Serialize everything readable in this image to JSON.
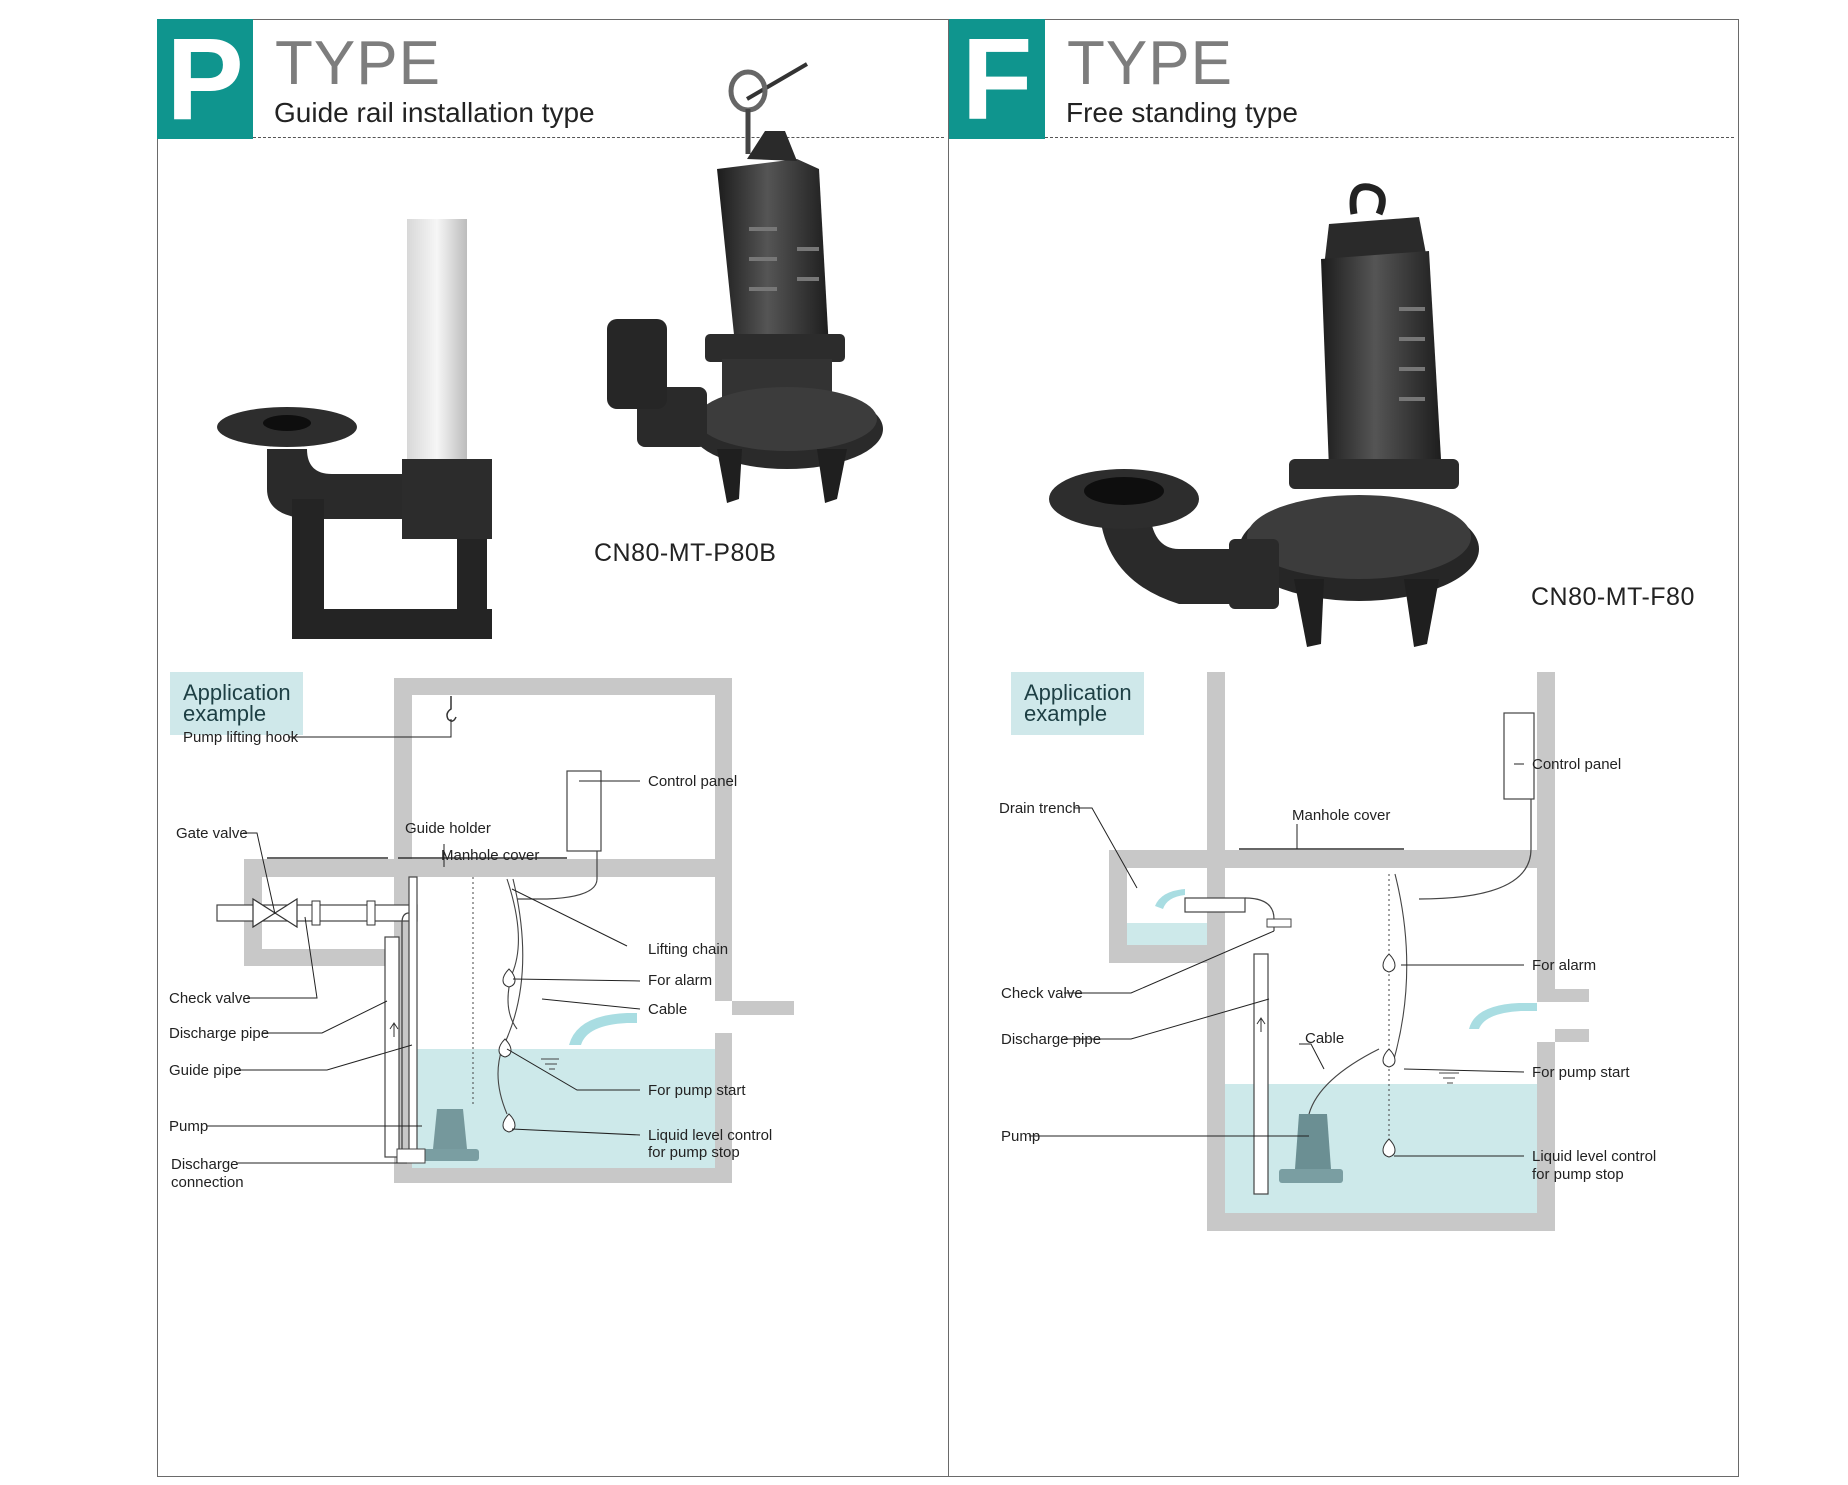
{
  "p_panel": {
    "badge_letter": "P",
    "type_word": "TYPE",
    "subtitle": "Guide rail installation type",
    "model": "CN80-MT-P80B",
    "app_title_1": "Application",
    "app_title_2": "example",
    "labels": {
      "pump_lifting_hook": "Pump lifting hook",
      "control_panel": "Control panel",
      "gate_valve": "Gate valve",
      "guide_holder": "Guide holder",
      "manhole_cover": "Manhole cover",
      "lifting_chain": "Lifting chain",
      "for_alarm": "For alarm",
      "check_valve": "Check valve",
      "cable": "Cable",
      "discharge_pipe": "Discharge pipe",
      "guide_pipe": "Guide pipe",
      "for_pump_start": "For pump start",
      "pump": "Pump",
      "llc_line1": "Liquid level control",
      "llc_line2": "for pump stop",
      "discharge_conn_1": "Discharge",
      "discharge_conn_2": "connection"
    }
  },
  "f_panel": {
    "badge_letter": "F",
    "type_word": "TYPE",
    "subtitle": "Free standing type",
    "model": "CN80-MT-F80",
    "app_title_1": "Application",
    "app_title_2": "example",
    "labels": {
      "control_panel": "Control panel",
      "drain_trench": "Drain trench",
      "manhole_cover": "Manhole cover",
      "for_alarm": "For alarm",
      "check_valve": "Check valve",
      "discharge_pipe": "Discharge pipe",
      "cable": "Cable",
      "for_pump_start": "For pump start",
      "pump": "Pump",
      "llc_line1": "Liquid level control",
      "llc_line2": "for pump stop"
    }
  },
  "colors": {
    "accent": "#0f958e",
    "tag_bg": "#cfe8ea",
    "water": "#cde9ea",
    "wall": "#c8c8c8",
    "pump_body": "#2e2e2e"
  }
}
